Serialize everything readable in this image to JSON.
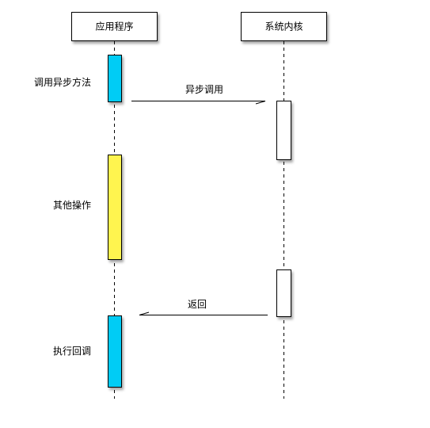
{
  "participants": {
    "app": {
      "label": "应用程序"
    },
    "kernel": {
      "label": "系统内核"
    }
  },
  "steps": {
    "call_async": {
      "label": "调用异步方法"
    },
    "other_ops": {
      "label": "其他操作"
    },
    "exec_callback": {
      "label": "执行回调"
    }
  },
  "messages": {
    "async_call": {
      "label": "异步调用"
    },
    "return": {
      "label": "返回"
    }
  },
  "colors": {
    "cyan": "#00ccf5",
    "yellow": "#fff44f",
    "white": "#ffffff",
    "stroke": "#000000",
    "shadow": "#9a9a9a"
  }
}
